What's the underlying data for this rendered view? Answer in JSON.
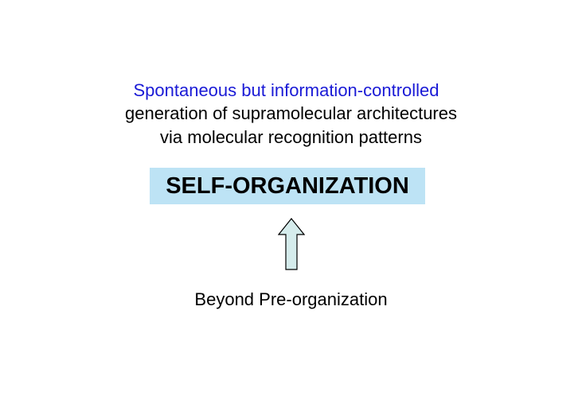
{
  "text": {
    "line1": "Spontaneous but information-controlled",
    "line2": "generation of supramolecular architectures",
    "line3": "via molecular recognition patterns"
  },
  "title": "SELF-ORGANIZATION",
  "arrow": {
    "icon": "up-arrow-icon",
    "fill": "#d5ecec",
    "stroke": "#000000"
  },
  "footer": "Beyond Pre-organization",
  "colors": {
    "accent_text": "#1a1ad6",
    "title_background": "#bde3f5"
  }
}
